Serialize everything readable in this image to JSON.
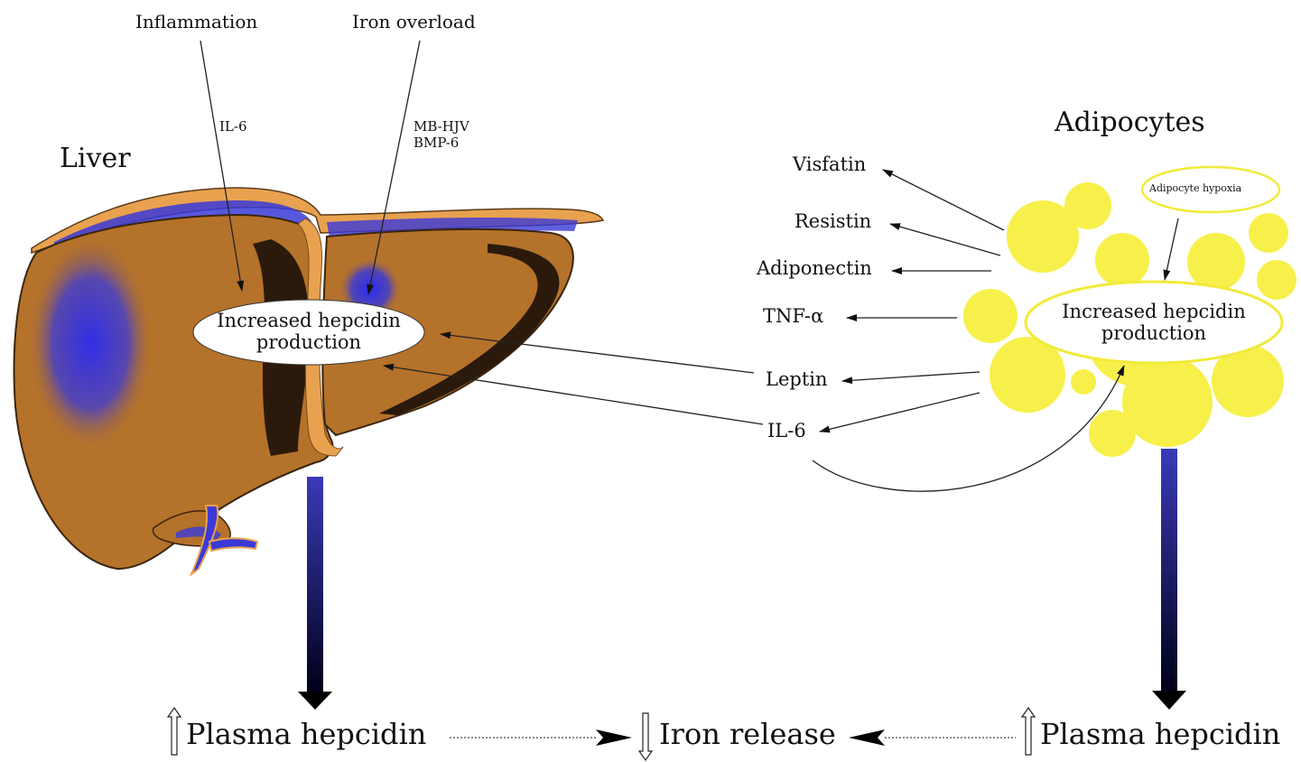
{
  "liver": {
    "title": "Liver",
    "inflammation": "Inflammation",
    "iron_overload": "Iron overload",
    "il6": "IL-6",
    "mb_hjv": "MB-HJV",
    "bmp6": "BMP-6",
    "ellipse_line1": "Increased hepcidin",
    "ellipse_line2": "production"
  },
  "adipocytes": {
    "title": "Adipocytes",
    "hypoxia": "Adipocyte hypoxia",
    "ellipse_line1": "Increased hepcidin",
    "ellipse_line2": "production",
    "factors": [
      "Visfatin",
      "Resistin",
      "Adiponectin",
      "TNF-α",
      "Leptin",
      "IL-6"
    ]
  },
  "bottom": {
    "left": "Plasma hepcidin",
    "center": "Iron release",
    "right": "Plasma hepcidin"
  },
  "colors": {
    "liver_brown": "#b5722a",
    "liver_dark": "#2b1a0c",
    "liver_edge": "#e8a24f",
    "vessel_blue": "#2a2ae6",
    "adipocyte_yellow": "#f7f04a",
    "arrow_navy": "#0a0a4a"
  }
}
